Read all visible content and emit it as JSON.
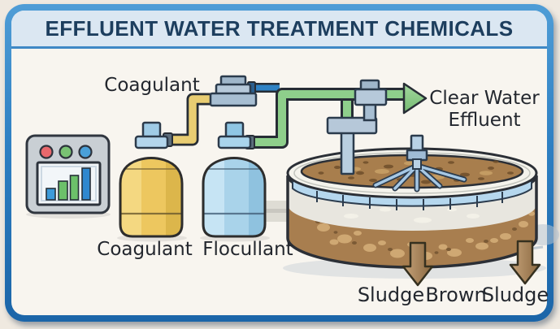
{
  "title": "EFFLUENT WATER TREATMENT CHEMICALS",
  "labels": {
    "pipe_coagulant": "Coagulant",
    "tank_coagulant": "Coagulant",
    "tank_flocculant": "Flocullant",
    "effluent_line1": "Clear Water",
    "effluent_line2": "Effluent",
    "sludge_left": "Sludge",
    "sludge_brown": "Brown",
    "sludge_right": "Sludge"
  },
  "colors": {
    "frame_border": "#2e7fc2",
    "header_background": "#dbe7f2",
    "title_text": "#1d3e5e",
    "canvas_background": "#f8f5ef",
    "coagulant_tank": "#edc75f",
    "flocculant_tank": "#a9d3ea",
    "coagulant_pipe": "#e9cd72",
    "flocculant_pipe": "#8ecf8b",
    "effluent_arrow": "#8ecf8b",
    "sludge_arrow": "#b28e5e",
    "clarifier_water": "#a87e4d",
    "label_text": "#23272e"
  },
  "icons": {
    "control_panel": "monitor-with-bar-chart-icon",
    "panel_indicator_dots": [
      "red",
      "green",
      "blue"
    ],
    "panel_bar_levels": [
      14,
      23,
      30,
      39
    ]
  }
}
